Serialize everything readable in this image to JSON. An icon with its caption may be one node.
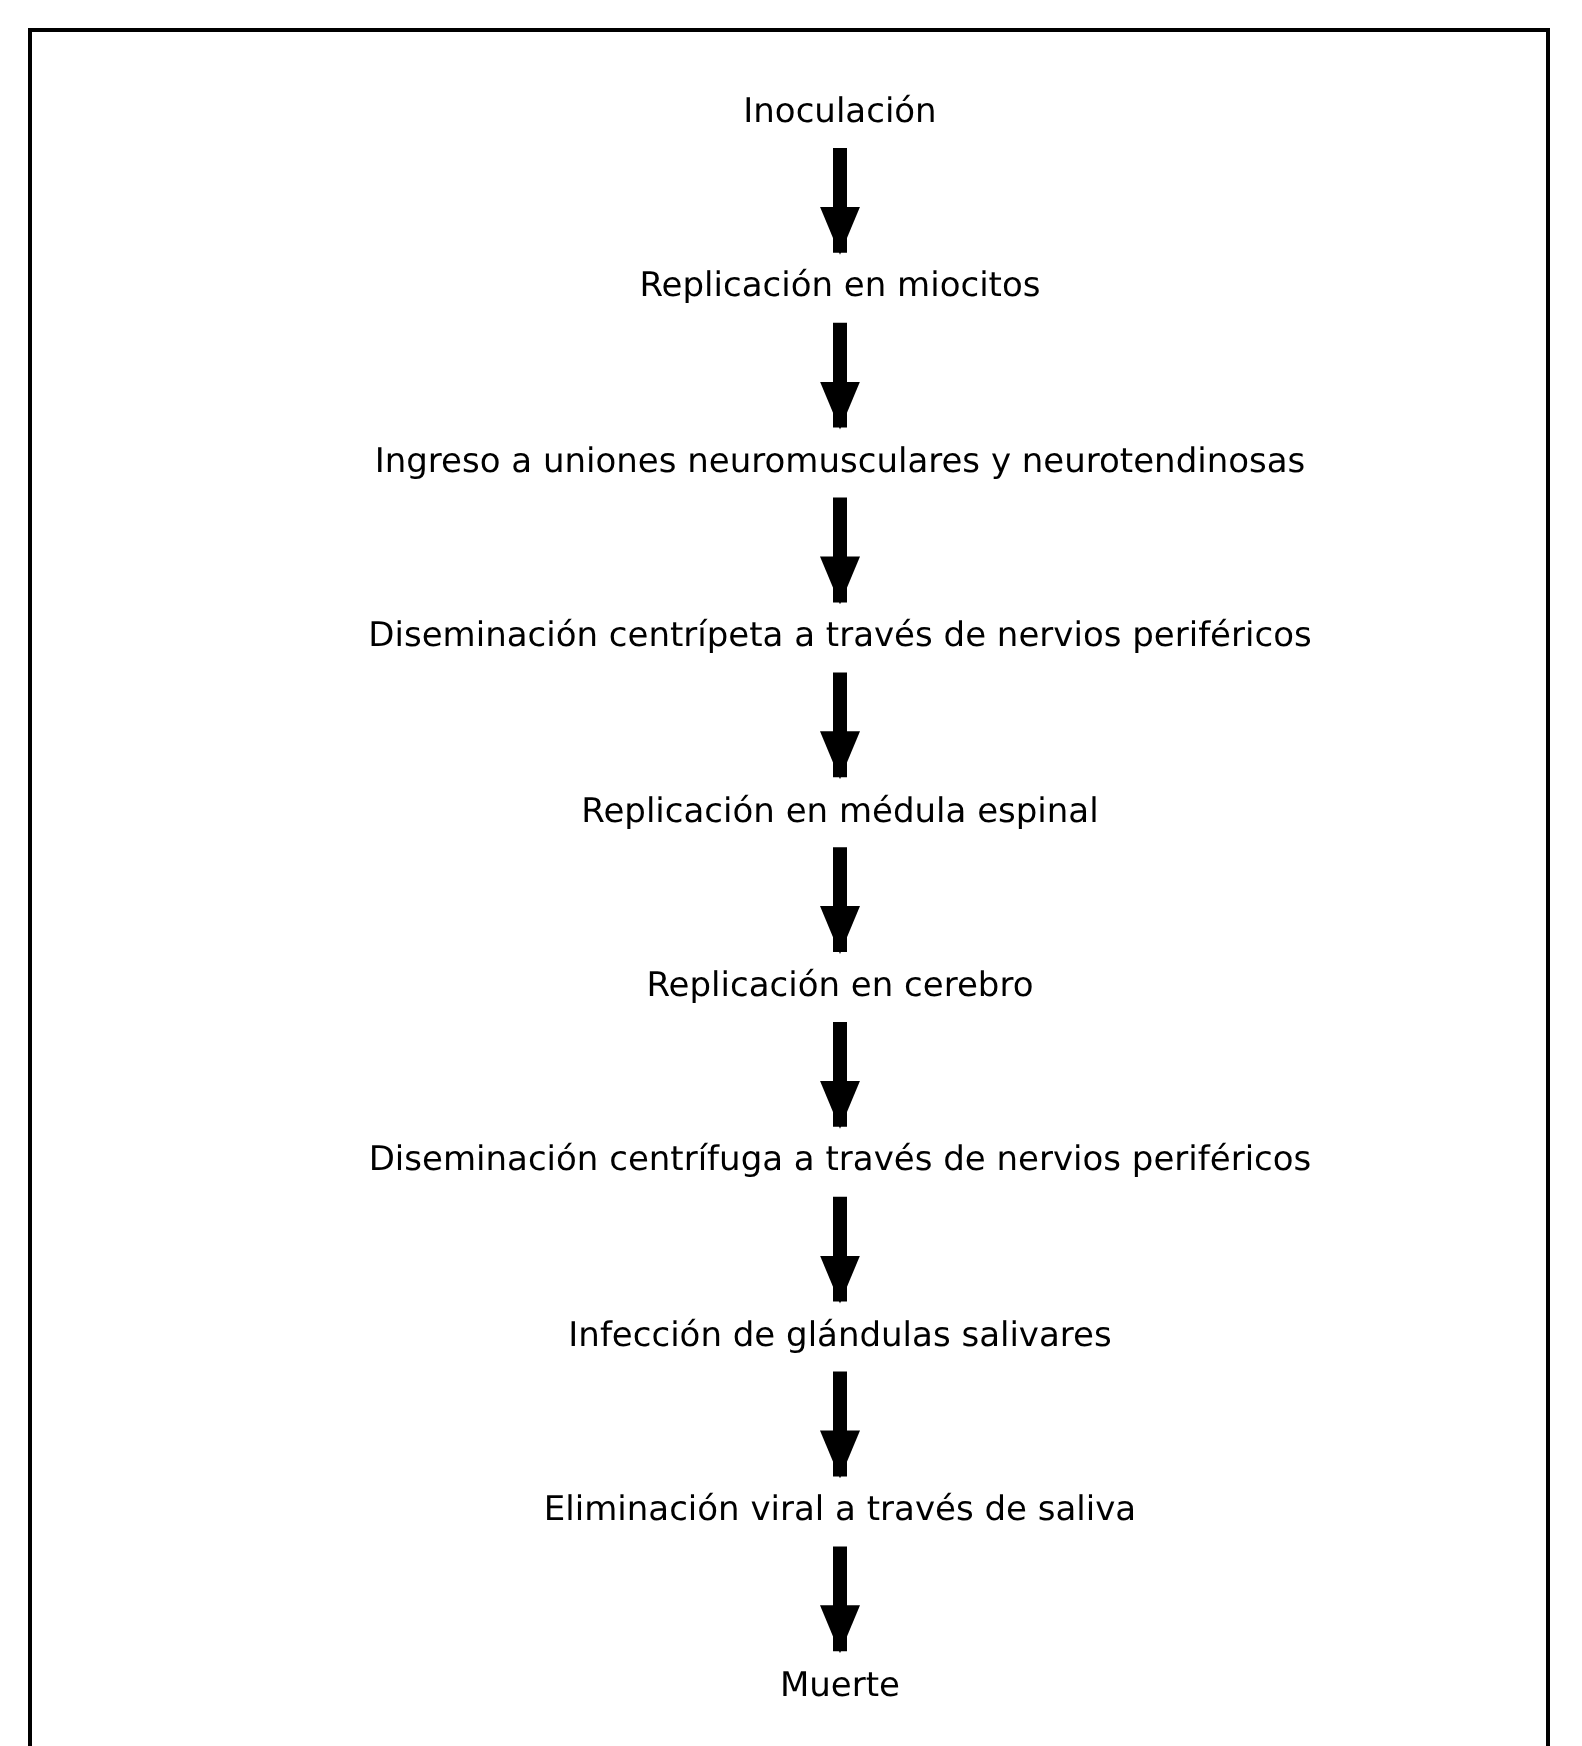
{
  "diagram": {
    "nodes": [
      {
        "text": [
          "Inoculación"
        ]
      },
      {
        "text": [
          "Replicación en miocitos"
        ]
      },
      {
        "text": [
          "Ingreso a uniones neuromusculares y neurotendinosas"
        ]
      },
      {
        "text": [
          "Diseminación centrípeta a través de nervios periféricos"
        ]
      },
      {
        "text": [
          "Replicación en médula espinal"
        ]
      },
      {
        "text": [
          "Replicación en cerebro"
        ]
      },
      {
        "text": [
          "Diseminación centrífuga a través de nervios periféricos"
        ]
      },
      {
        "text": [
          "Infección de glándulas salivares"
        ]
      },
      {
        "text": [
          "Eliminación viral a través de saliva"
        ]
      },
      {
        "text": [
          "Muerte"
        ]
      }
    ],
    "edges": [
      {
        "from": 0,
        "to": 1,
        "arrow": "to"
      },
      {
        "from": 1,
        "to": 2,
        "arrow": "to"
      },
      {
        "from": 2,
        "to": 3,
        "arrow": "to"
      },
      {
        "from": 3,
        "to": 4,
        "arrow": "to"
      },
      {
        "from": 4,
        "to": 5,
        "arrow": "to"
      },
      {
        "from": 5,
        "to": 6,
        "arrow": "to"
      },
      {
        "from": 6,
        "to": 7,
        "arrow": "to"
      },
      {
        "from": 7,
        "to": 8,
        "arrow": "to"
      },
      {
        "from": 8,
        "to": 9,
        "arrow": "to"
      }
    ]
  }
}
